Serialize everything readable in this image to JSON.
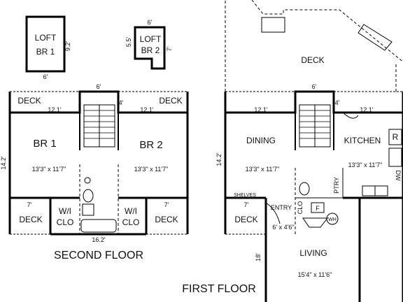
{
  "loft_br1": {
    "line1": "LOFT",
    "line2": "BR 1",
    "dim_w": "6'",
    "dim_h": "9.2'"
  },
  "loft_br2": {
    "line1": "LOFT",
    "line2": "BR 2",
    "dim_top": "6'",
    "dim_left": "5.5'",
    "dim_right": "7'"
  },
  "second_floor": {
    "caption": "SECOND FLOOR",
    "deck_tl": "DECK",
    "deck_tr": "DECK",
    "deck_bl": "DECK",
    "deck_br": "DECK",
    "stair_dim": "6'",
    "stair_side": "4'",
    "br1": {
      "name": "BR 1",
      "dim": "12.1'",
      "size": "13'3\" x 11'7\""
    },
    "br2": {
      "name": "BR 2",
      "dim": "12.1'",
      "size": "13'3\" x 11'7\""
    },
    "clo_l": {
      "line1": "W/I",
      "line2": "CLO"
    },
    "clo_r": {
      "line1": "W/I",
      "line2": "CLO"
    },
    "depth": "14.2'",
    "width": "16.2'",
    "deck_dim_l": "7'",
    "deck_dim_r": "7'"
  },
  "first_floor": {
    "caption": "FIRST FLOOR",
    "deck": "DECK",
    "stair_dim": "6'",
    "stair_side": "4'",
    "dining": {
      "name": "DINING",
      "dim": "12.1'",
      "size": "13'3\" x 11'7\""
    },
    "kitchen": {
      "name": "KITCHEN",
      "dim": "12.1'",
      "size": "13'3\" x 11'7\""
    },
    "shelves": "SHELVES",
    "entry": "ENTRY",
    "entry_size": "6' x 4'6\"",
    "deck_small": "DECK",
    "deck_dim": "7'",
    "clo": "CLO",
    "ptry": "PTRY",
    "f": "F",
    "wh": "WH",
    "r": "R",
    "dw": "DW",
    "living": {
      "name": "LIVING",
      "size": "15'4\" x 11'6\""
    },
    "depth": "14.2'",
    "living_dim": "18'"
  }
}
